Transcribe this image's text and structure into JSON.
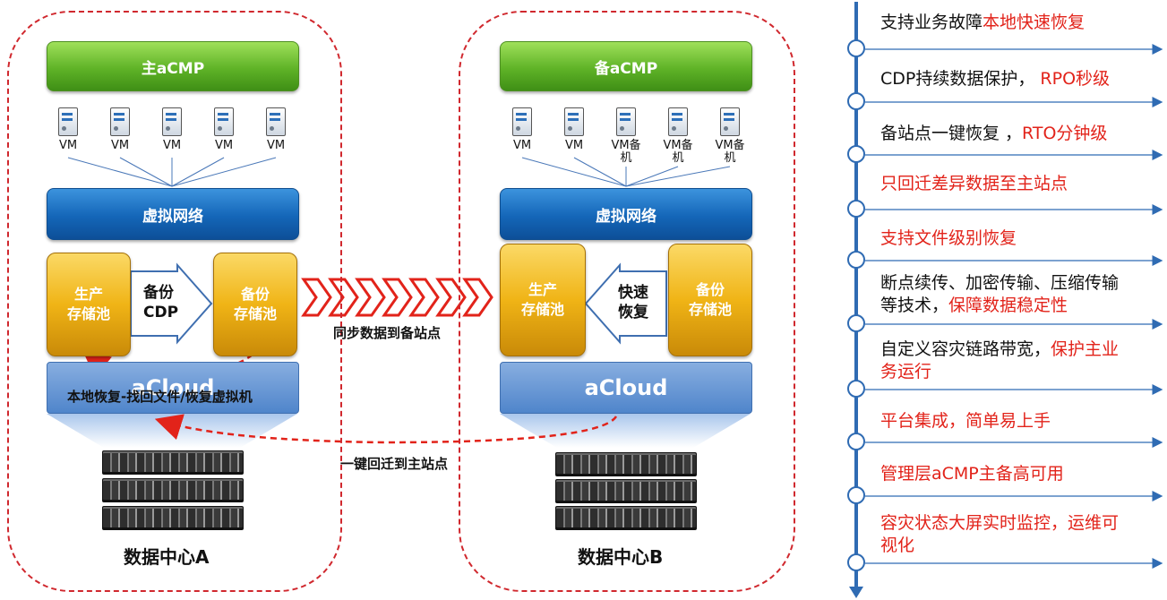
{
  "datacenter_a": {
    "label": "数据中心A",
    "acmp": "主aCMP",
    "vms": [
      "VM",
      "VM",
      "VM",
      "VM",
      "VM"
    ],
    "network": "虚拟网络",
    "prod_storage": "生产\n存储池",
    "backup_storage": "备份\n存储池",
    "arrow_label": "备份\nCDP",
    "acloud": "aCloud",
    "local_restore": "本地恢复-找回文件/恢复虚拟机"
  },
  "datacenter_b": {
    "label": "数据中心B",
    "acmp": "备aCMP",
    "vms": [
      "VM",
      "VM",
      "VM备\n机",
      "VM备\n机",
      "VM备\n机"
    ],
    "network": "虚拟网络",
    "prod_storage": "生产\n存储池",
    "backup_storage": "备份\n存储池",
    "arrow_label": "快速\n恢复",
    "acloud": "aCloud"
  },
  "sync_label": "同步数据到备站点",
  "migrate_label": "一键回迁到主站点",
  "timeline": [
    {
      "black": "支持业务故障",
      "red": "本地快速恢复"
    },
    {
      "black": "CDP持续数据保护， ",
      "red": "RPO秒级"
    },
    {
      "black": "备站点一键恢复 ，",
      "red": "RTO分钟级"
    },
    {
      "black": "",
      "red": "只回迁差异数据至主站点"
    },
    {
      "black": "",
      "red": "支持文件级别恢复"
    },
    {
      "black": "断点续传、加密传输、压缩传输等技术，",
      "red": "保障数据稳定性"
    },
    {
      "black": "自定义容灾链路带宽，",
      "red": "保护主业务运行"
    },
    {
      "black": "",
      "red": "平台集成，简单易上手"
    },
    {
      "black": "",
      "red": "管理层aCMP主备高可用"
    },
    {
      "black": "",
      "red": "容灾状态大屏实时监控，运维可视化"
    }
  ],
  "colors": {
    "accent_red": "#e2231a",
    "timeline_blue": "#2f6bb3",
    "frame_red": "#d0282e"
  }
}
